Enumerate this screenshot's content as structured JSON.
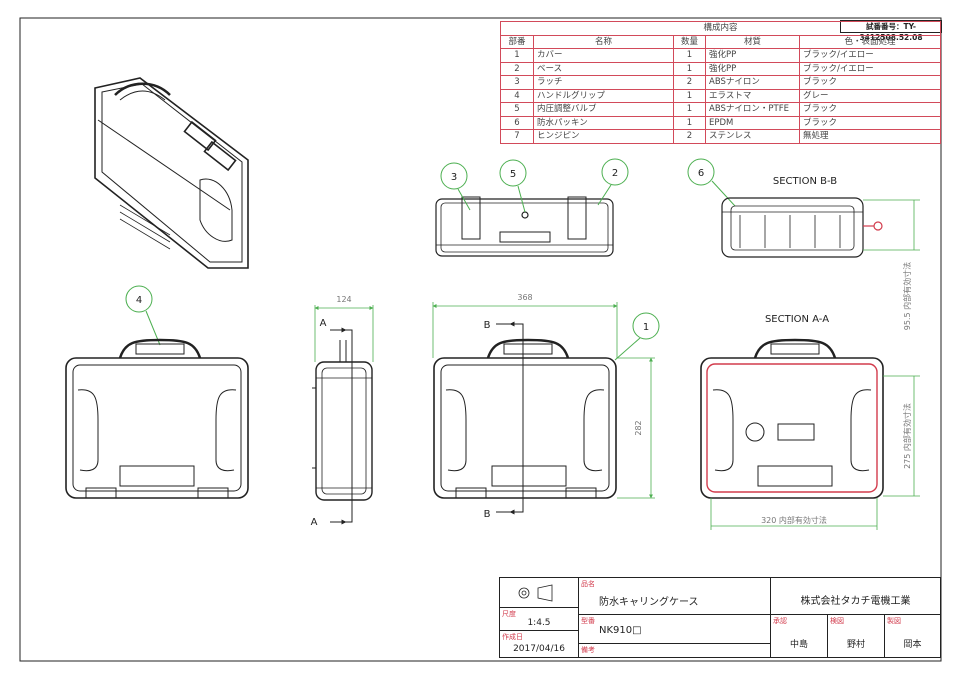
{
  "sheet": {
    "doc_number": "試番番号：TY-3412508.52.08",
    "table_title": "構成内容",
    "table_headers": [
      "部番",
      "名称",
      "数量",
      "材質",
      "色・表面処理"
    ],
    "parts": [
      {
        "no": "1",
        "name": "カバー",
        "qty": "1",
        "material": "強化PP",
        "finish": "ブラック/イエロー"
      },
      {
        "no": "2",
        "name": "ベース",
        "qty": "1",
        "material": "強化PP",
        "finish": "ブラック/イエロー"
      },
      {
        "no": "3",
        "name": "ラッチ",
        "qty": "2",
        "material": "ABSナイロン",
        "finish": "ブラック"
      },
      {
        "no": "4",
        "name": "ハンドルグリップ",
        "qty": "1",
        "material": "エラストマ",
        "finish": "グレー"
      },
      {
        "no": "5",
        "name": "内圧調整バルブ",
        "qty": "1",
        "material": "ABSナイロン・PTFE",
        "finish": "ブラック"
      },
      {
        "no": "6",
        "name": "防水パッキン",
        "qty": "1",
        "material": "EPDM",
        "finish": "ブラック"
      },
      {
        "no": "7",
        "name": "ヒンジピン",
        "qty": "2",
        "material": "ステンレス",
        "finish": "無処理"
      }
    ],
    "balloons": [
      "1",
      "2",
      "3",
      "4",
      "5",
      "6"
    ],
    "section_bb": "SECTION B-B",
    "section_aa": "SECTION A-A",
    "dims": {
      "side_width": "124",
      "front_width": "368",
      "front_height": "282",
      "inner_height_aa": "275 内部有効寸法",
      "inner_width_aa": "320 内部有効寸法",
      "inner_depth_bb": "95.5 内部有効寸法"
    },
    "cut_labels": {
      "a_top": "A",
      "a_bottom": "A",
      "b_top": "B",
      "b_bottom": "B"
    },
    "title_block": {
      "product_label": "品名",
      "product": "防水キャリングケース",
      "company": "株式会社タカチ電機工業",
      "scale_label": "尺度",
      "scale": "1:4.5",
      "model_label": "型番",
      "model": "NK910□",
      "date_label": "作成日",
      "date": "2017/04/16",
      "spec_label": "備考",
      "approve_label": "承認",
      "check_label": "検図",
      "draw_label": "製図",
      "approver": "中島",
      "checker": "野村",
      "drawer": "岡本"
    }
  }
}
